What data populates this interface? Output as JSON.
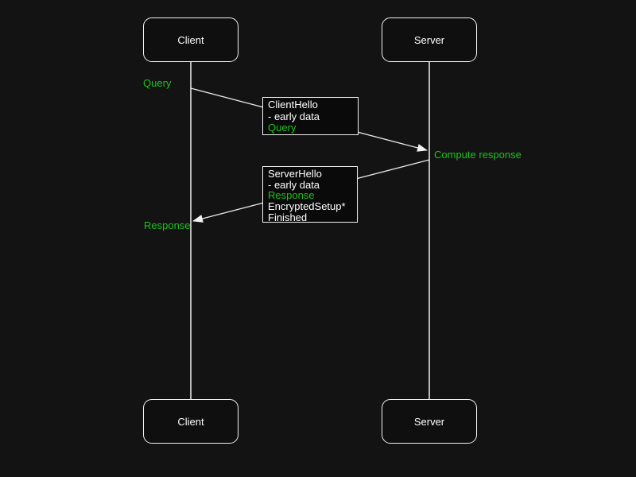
{
  "diagram": {
    "type": "sequence",
    "theme": "dark",
    "colors": {
      "background": "#131313",
      "node_fill": "#0a0a0a",
      "stroke": "#f2f2f2",
      "text": "#ffffff",
      "accent_green": "#1cc41c"
    },
    "actors": {
      "top_client": "Client",
      "top_server": "Server",
      "bottom_client": "Client",
      "bottom_server": "Server"
    },
    "annotations": {
      "query": "Query",
      "compute_response": "Compute response",
      "response": "Response"
    },
    "messages": [
      {
        "name": "client-hello",
        "direction": "client-to-server",
        "lines": [
          {
            "text": "ClientHello",
            "green": false
          },
          {
            "text": "- early data",
            "green": false
          },
          {
            "text": "Query",
            "green": true
          }
        ]
      },
      {
        "name": "server-hello",
        "direction": "server-to-client",
        "lines": [
          {
            "text": "ServerHello",
            "green": false
          },
          {
            "text": "- early data",
            "green": false
          },
          {
            "text": "Response",
            "green": true
          },
          {
            "text": "EncryptedSetup*",
            "green": false
          },
          {
            "text": "Finished",
            "green": false
          }
        ]
      }
    ]
  }
}
